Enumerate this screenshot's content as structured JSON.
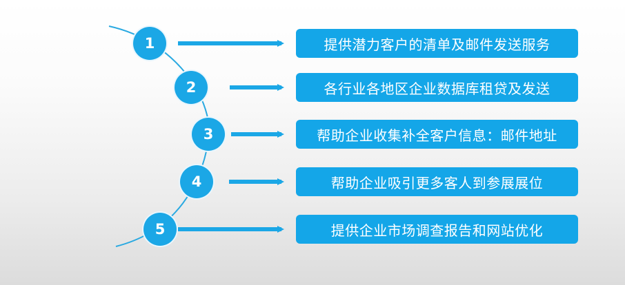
{
  "steps": [
    {
      "number": "1",
      "text": "提供潜力客户的清单及邮件发送服务"
    },
    {
      "number": "2",
      "text": "各行业各地区企业数据库租贷及发送"
    },
    {
      "number": "3",
      "text": "帮助企业收集补全客户信息：邮件地址"
    },
    {
      "number": "4",
      "text": "帮助企业吸引更多客人到参展展位"
    },
    {
      "number": "5",
      "text": "提供企业市场调查报告和网站优化"
    }
  ],
  "colors": {
    "accent": "#1ba7e6",
    "box": "#14a6e8",
    "arc": "#29a9e1",
    "text": "#ffffff"
  }
}
